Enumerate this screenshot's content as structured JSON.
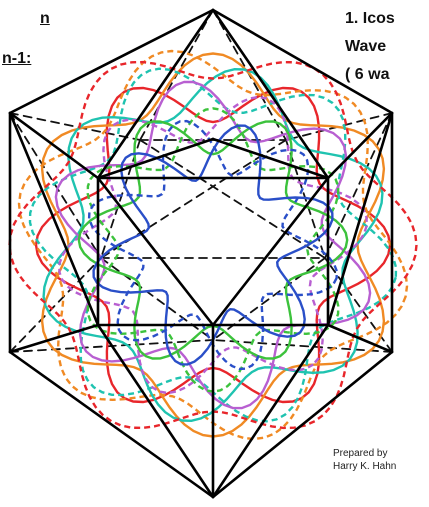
{
  "header_left": {
    "line1": "n",
    "line2": "n-1:"
  },
  "header_right": {
    "line1": "1. Icos",
    "line2": "Wave",
    "line3": "( 6 wa"
  },
  "credit": {
    "line1": "Prepared by",
    "line2": "Harry K. Hahn"
  },
  "colors": {
    "edge": "#000000",
    "red": "#e8262b",
    "orange": "#f08a24",
    "teal": "#1fc3b0",
    "purple": "#b85fd1",
    "green": "#3cc23c",
    "blue": "#2a4fc8"
  }
}
